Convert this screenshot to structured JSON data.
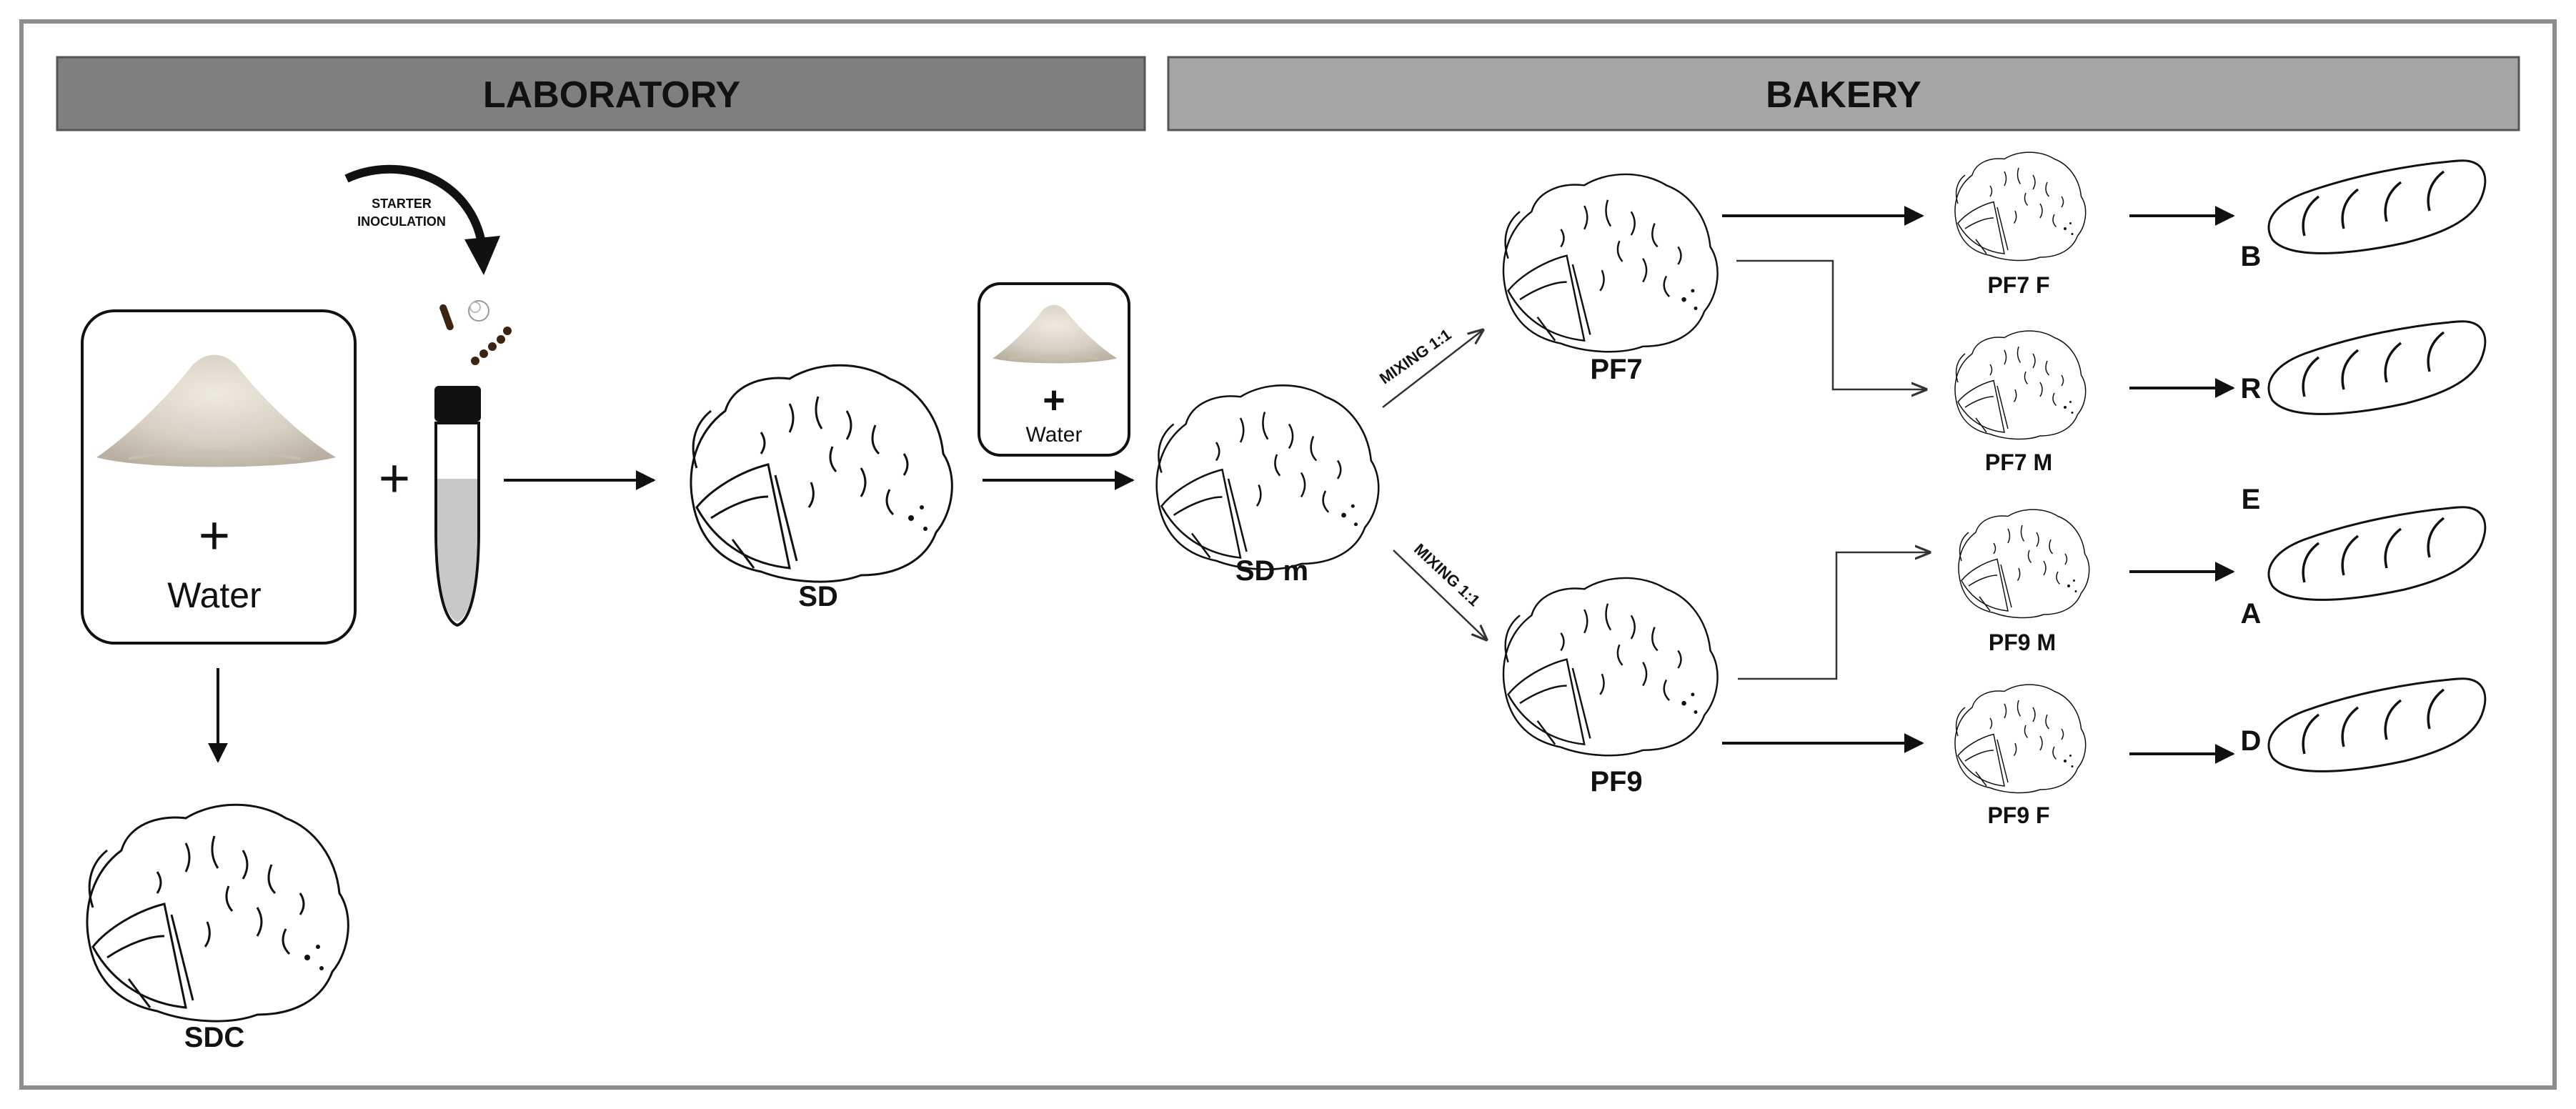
{
  "sections": {
    "laboratory": "LABORATORY",
    "bakery": "BAKERY"
  },
  "labels": {
    "starter_inoculation_line1": "STARTER",
    "starter_inoculation_line2": "INOCULATION",
    "plus_sign": "+",
    "water": "Water",
    "sd": "SD",
    "sdc": "SDC",
    "sd_m": "SD m",
    "pf7": "PF7",
    "pf9": "PF9",
    "pf7_f": "PF7 F",
    "pf7_m": "PF7 M",
    "pf9_m": "PF9 M",
    "pf9_f": "PF9 F",
    "mixing_top": "MIXING 1:1",
    "mixing_bottom": "MIXING 1:1"
  },
  "bread_letters": [
    "B",
    "R",
    "E",
    "A",
    "D"
  ],
  "colors": {
    "laboratory_header": "#7f7f7f",
    "bakery_header": "#a6a6a6",
    "frame": "#8c8c8c",
    "flour": "#d6cfc2"
  },
  "icons": [
    "flour-pile-icon",
    "test-tube-icon",
    "bacteria-icon",
    "curved-arrow-icon",
    "dough-icon",
    "bread-loaf-icon"
  ]
}
